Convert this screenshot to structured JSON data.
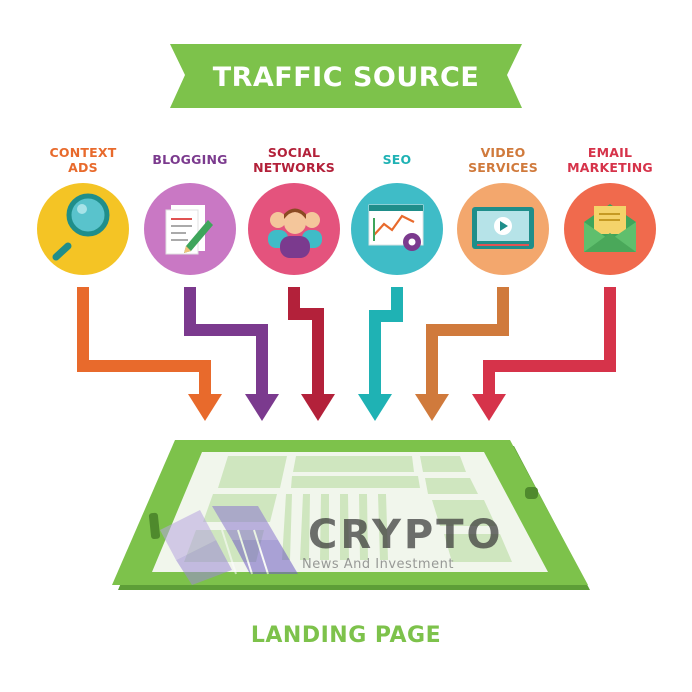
{
  "banner": {
    "title": "TRAFFIC SOURCE",
    "color": "#7dc24b"
  },
  "sources": [
    {
      "label": "CONTEXT\nADS",
      "color": "#e86a2c",
      "circle": "#f4c425",
      "icon": "magnifier-icon"
    },
    {
      "label": "BLOGGING",
      "color": "#7b3a8e",
      "circle": "#c978c4",
      "icon": "document-pencil-icon"
    },
    {
      "label": "SOCIAL\nNETWORKS",
      "color": "#b3213a",
      "circle": "#e4537d",
      "icon": "people-icon"
    },
    {
      "label": "SEO",
      "color": "#1fb2b4",
      "circle": "#3fbcc7",
      "icon": "seo-chart-gear-icon"
    },
    {
      "label": "VIDEO\nSERVICES",
      "color": "#d07a3c",
      "circle": "#f3a76d",
      "icon": "video-player-icon"
    },
    {
      "label": "EMAIL\nMARKETING",
      "color": "#d6334a",
      "circle": "#f06a4d",
      "icon": "envelope-icon"
    }
  ],
  "landing": {
    "label": "LANDING PAGE",
    "color": "#7dc24b"
  },
  "watermark": {
    "title": "CRYPTO",
    "subtitle": "News And Investment"
  }
}
